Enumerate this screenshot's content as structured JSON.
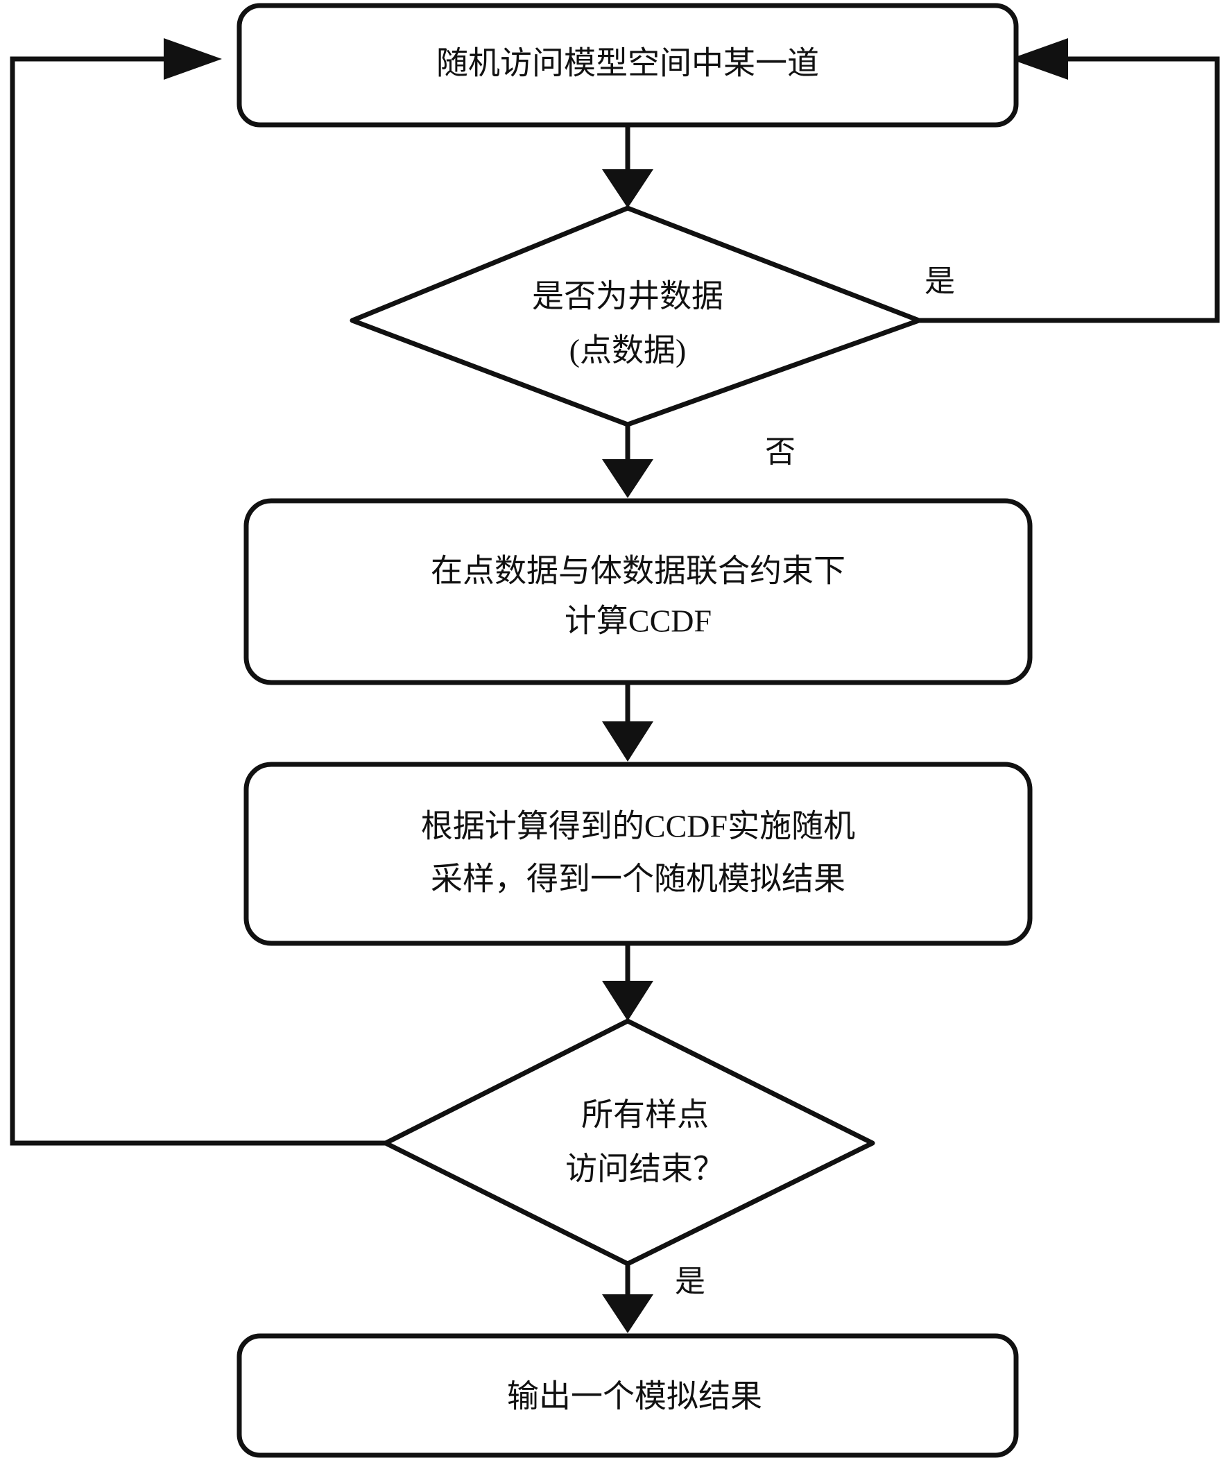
{
  "diagram": {
    "type": "flowchart",
    "orientation": "vertical",
    "background_color": "#ffffff",
    "line_color": "#111111",
    "text_color": "#111111",
    "nodes": [
      {
        "id": "start-visit",
        "shape": "rounded-rectangle",
        "lines": [
          "随机访问模型空间中某一道"
        ]
      },
      {
        "id": "is-well-data",
        "shape": "diamond",
        "lines": [
          "是否为井数据",
          "(点数据)"
        ]
      },
      {
        "id": "compute-ccdf",
        "shape": "rounded-rectangle",
        "lines": [
          "在点数据与体数据联合约束下",
          "计算CCDF"
        ]
      },
      {
        "id": "random-sampling",
        "shape": "rounded-rectangle",
        "lines": [
          "根据计算得到的CCDF实施随机",
          "采样，得到一个随机模拟结果"
        ]
      },
      {
        "id": "all-points-done",
        "shape": "diamond",
        "lines": [
          "所有样点",
          "访问结束？"
        ]
      },
      {
        "id": "output-result",
        "shape": "rounded-rectangle",
        "lines": [
          "输出一个模拟结果"
        ]
      }
    ],
    "edge_labels": {
      "well_data_yes": "是",
      "well_data_no": "否",
      "all_points_yes": "是"
    },
    "edges": [
      {
        "from": "start-visit",
        "to": "is-well-data",
        "label": ""
      },
      {
        "from": "is-well-data",
        "to": "start-visit",
        "label": "是",
        "route": "right-loop"
      },
      {
        "from": "is-well-data",
        "to": "compute-ccdf",
        "label": "否"
      },
      {
        "from": "compute-ccdf",
        "to": "random-sampling",
        "label": ""
      },
      {
        "from": "random-sampling",
        "to": "all-points-done",
        "label": ""
      },
      {
        "from": "all-points-done",
        "to": "start-visit",
        "label": "",
        "route": "left-loop"
      },
      {
        "from": "all-points-done",
        "to": "output-result",
        "label": "是"
      }
    ]
  }
}
